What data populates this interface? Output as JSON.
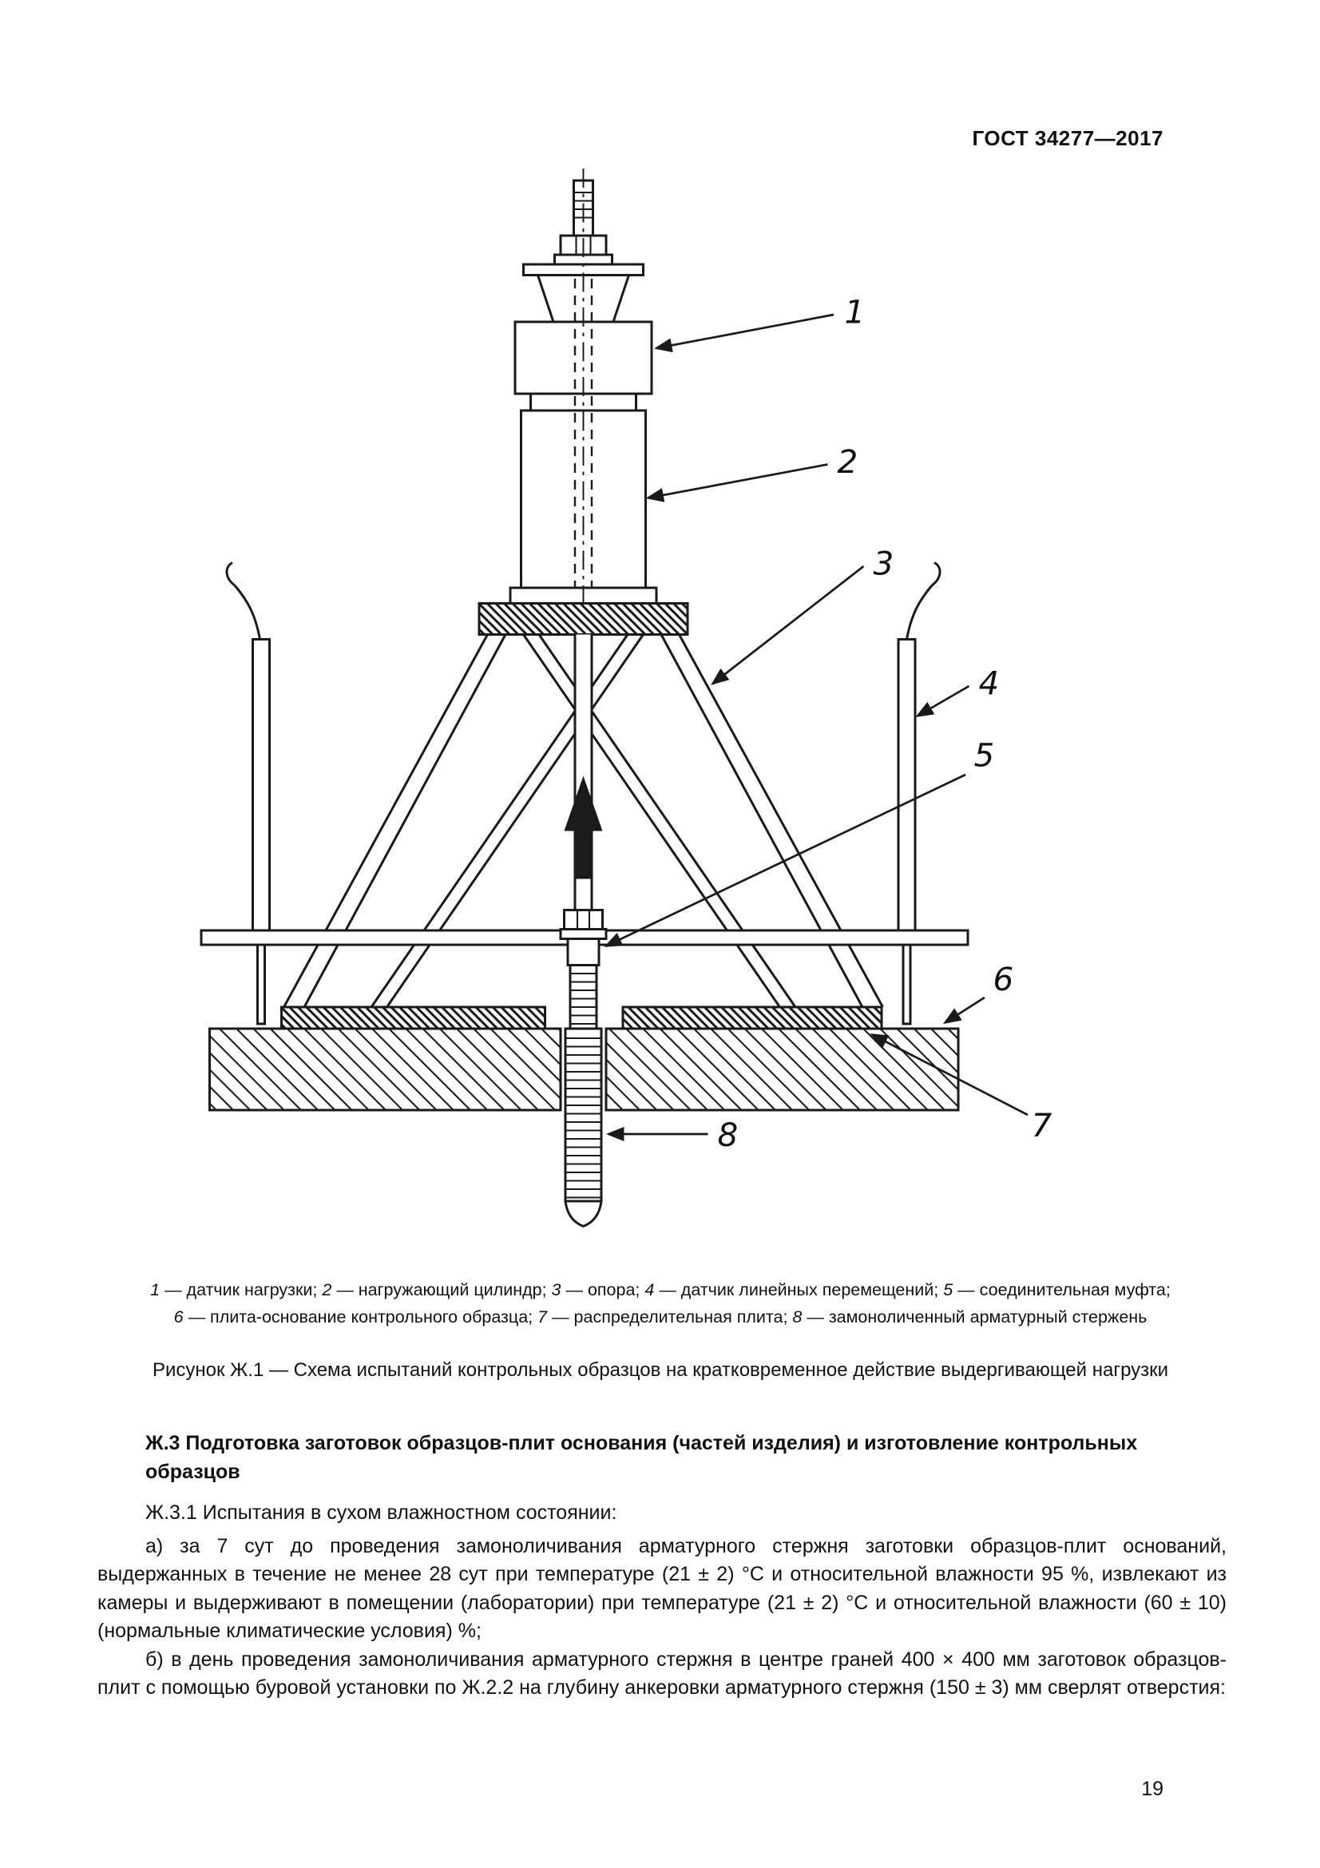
{
  "page": {
    "header": "ГОСТ 34277—2017",
    "number": "19"
  },
  "figure": {
    "callouts": [
      "1",
      "2",
      "3",
      "4",
      "5",
      "6",
      "7",
      "8"
    ],
    "legend": [
      {
        "n": "1",
        "t": " — датчик нагрузки; "
      },
      {
        "n": "2",
        "t": " — нагружающий цилиндр; "
      },
      {
        "n": "3",
        "t": " — опора; "
      },
      {
        "n": "4",
        "t": " — датчик линейных перемещений; "
      },
      {
        "n": "5",
        "t": " — соединительная муфта;"
      },
      {
        "n": "6",
        "t": " — плита-основание контрольного образца; "
      },
      {
        "n": "7",
        "t": " — распределительная плита; "
      },
      {
        "n": "8",
        "t": " — замоноличенный арматурный стержень"
      }
    ],
    "caption": "Рисунок Ж.1 — Схема испытаний контрольных образцов на кратковременное действие выдергивающей нагрузки"
  },
  "body": {
    "heading": "Ж.3  Подготовка заготовок образцов-плит основания (частей изделия) и изготовление контрольных образцов",
    "p1": "Ж.3.1  Испытания в сухом влажностном состоянии:",
    "p2": "а) за 7 сут до проведения замоноличивания арматурного стержня заготовки образцов-плит оснований, выдержанных в течение не менее 28 сут при температуре (21 ± 2) °С и относительной влажности 95 %, извлекают из камеры и выдерживают в помещении (лаборатории) при температуре (21 ± 2) °С и относительной влажности (60 ± 10) (нормальные климатические условия) %;",
    "p3": "б) в день проведения замоноличивания арматурного стержня в центре граней 400 × 400 мм заготовок образцов-плит с помощью буровой установки по Ж.2.2 на глубину анкеровки арматурного стержня (150 ± 3) мм сверлят отверстия:"
  }
}
